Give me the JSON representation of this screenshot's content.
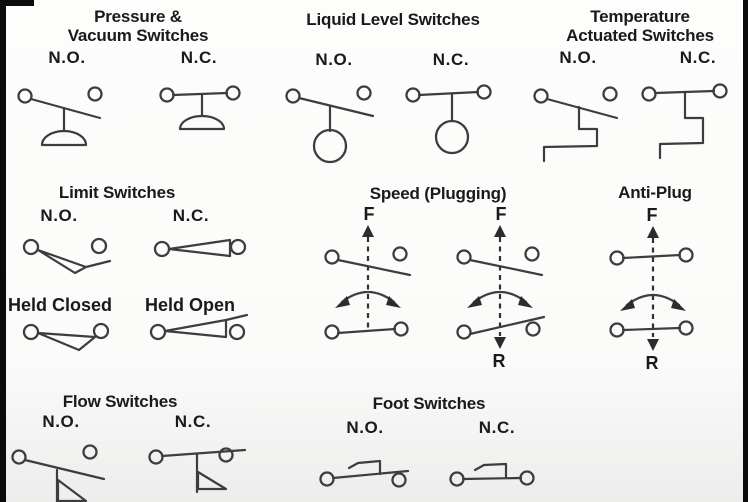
{
  "colors": {
    "background": "#fbfbfa",
    "line": "#3d3d3d",
    "text": "#1a1a1a",
    "edge_bar": "#0b0b0b"
  },
  "sections": {
    "pressure_vacuum": {
      "title_line1": "Pressure &",
      "title_line2": "Vacuum Switches",
      "no_label": "N.O.",
      "nc_label": "N.C."
    },
    "liquid_level": {
      "title": "Liquid Level Switches",
      "no_label": "N.O.",
      "nc_label": "N.C."
    },
    "temperature": {
      "title_line1": "Temperature",
      "title_line2": "Actuated Switches",
      "no_label": "N.O.",
      "nc_label": "N.C."
    },
    "limit": {
      "title": "Limit Switches",
      "no_label": "N.O.",
      "nc_label": "N.C.",
      "held_closed_label": "Held Closed",
      "held_open_label": "Held Open"
    },
    "speed_plugging": {
      "title": "Speed (Plugging)",
      "symbol1_top_label": "F",
      "symbol2_top_label": "F",
      "symbol2_bottom_label": "R"
    },
    "anti_plug": {
      "title": "Anti-Plug",
      "top_label": "F",
      "bottom_label": "R"
    },
    "flow": {
      "title": "Flow Switches",
      "no_label": "N.O.",
      "nc_label": "N.C."
    },
    "foot": {
      "title": "Foot Switches",
      "no_label": "N.O.",
      "nc_label": "N.C."
    }
  }
}
